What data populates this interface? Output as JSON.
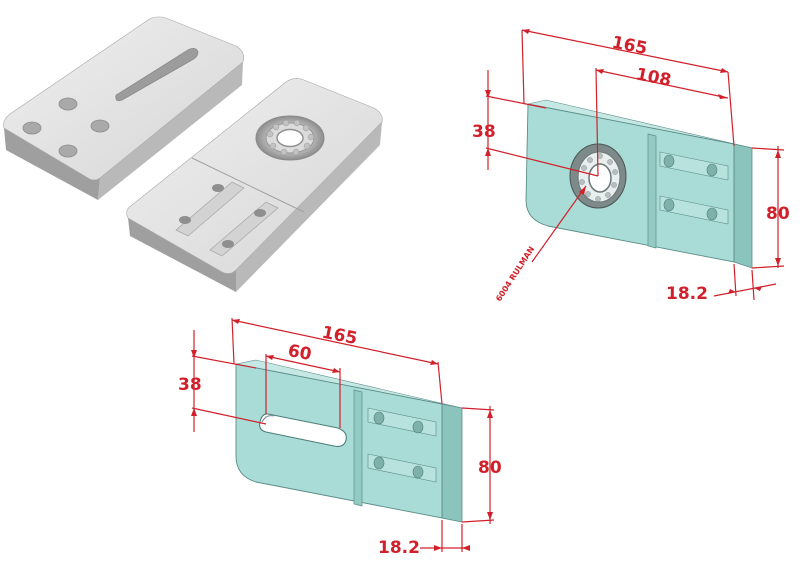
{
  "colors": {
    "dimension": "#d2202a",
    "part_face": "#a9dcd6",
    "part_side": "#8bc3bd",
    "metal_light": "#e6e6e6",
    "metal_mid": "#cfcfcf",
    "metal_dark": "#b4b4b4"
  },
  "top_right_view": {
    "overall_length": "165",
    "bearing_offset": "108",
    "bearing_height": "38",
    "width": "80",
    "thickness": "18.2",
    "bearing_callout": "6004 RULMAN"
  },
  "bottom_view": {
    "overall_length": "165",
    "slot_length": "60",
    "slot_height": "38",
    "width": "80",
    "thickness": "18.2"
  }
}
